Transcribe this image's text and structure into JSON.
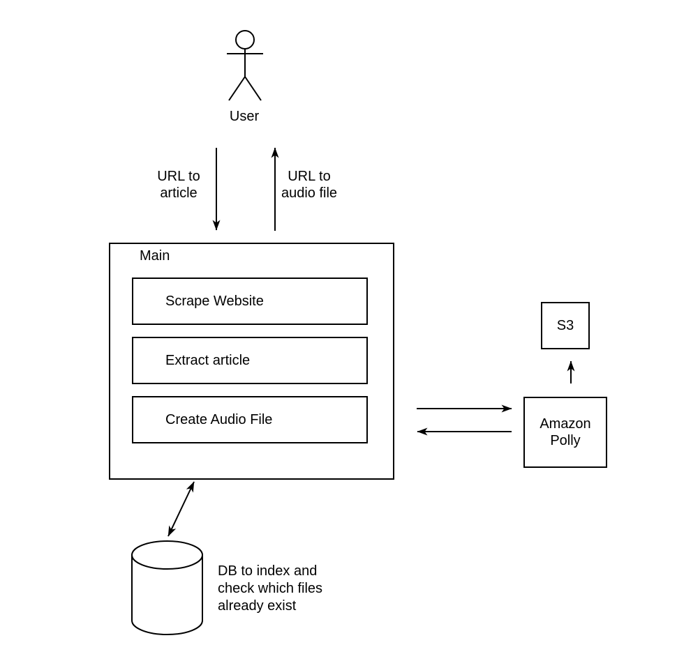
{
  "colors": {
    "background": "#ffffff",
    "stroke": "#000000",
    "text": "#000000"
  },
  "actor": {
    "label": "User"
  },
  "flows": {
    "user_to_main": "URL to\narticle",
    "main_to_user": "URL to\naudio file"
  },
  "main": {
    "title": "Main",
    "steps": [
      "Scrape Website",
      "Extract article",
      "Create Audio File"
    ]
  },
  "services": {
    "s3": "S3",
    "polly": "Amazon\nPolly"
  },
  "database": {
    "note": "DB to index and\ncheck which files\nalready exist"
  }
}
